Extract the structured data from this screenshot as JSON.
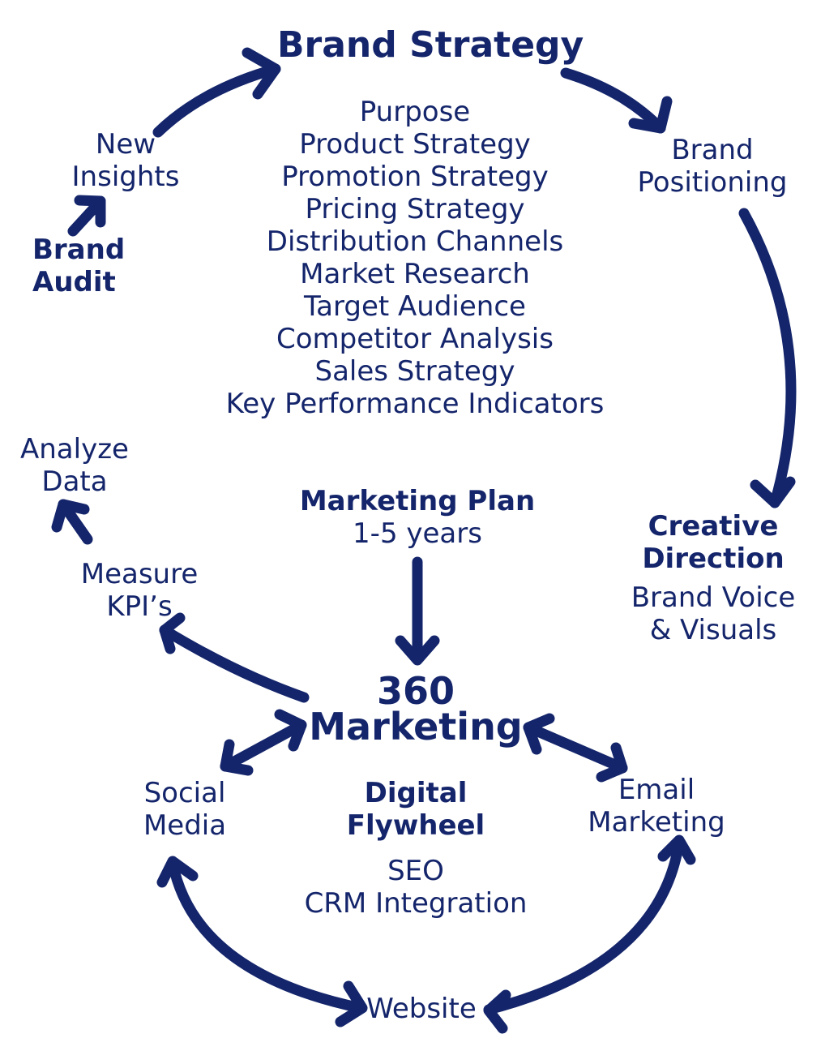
{
  "colors": {
    "primary": "#14256b",
    "background": "#ffffff"
  },
  "brand_strategy": {
    "title": "Brand Strategy",
    "items": [
      "Purpose",
      "Product Strategy",
      "Promotion Strategy",
      "Pricing Strategy",
      "Distribution Channels",
      "Market Research",
      "Target Audience",
      "Competitor Analysis",
      "Sales Strategy",
      "Key Performance Indicators"
    ]
  },
  "brand_positioning": {
    "line1": "Brand",
    "line2": "Positioning"
  },
  "new_insights": {
    "line1": "New",
    "line2": "Insights"
  },
  "brand_audit": {
    "line1": "Brand",
    "line2": "Audit"
  },
  "analyze_data": {
    "line1": "Analyze",
    "line2": "Data"
  },
  "measure_kpis": {
    "line1": "Measure",
    "line2": "KPI’s"
  },
  "marketing_plan": {
    "title": "Marketing Plan",
    "subtitle": "1-5 years"
  },
  "creative_direction": {
    "line1": "Creative",
    "line2": "Direction",
    "sub1": "Brand Voice",
    "sub2": "& Visuals"
  },
  "marketing_360": {
    "line1": "360",
    "line2": "Marketing"
  },
  "social_media": {
    "line1": "Social",
    "line2": "Media"
  },
  "email_marketing": {
    "line1": "Email",
    "line2": "Marketing"
  },
  "digital_flywheel": {
    "line1": "Digital",
    "line2": "Flywheel",
    "item1": "SEO",
    "item2": "CRM Integration"
  },
  "website": {
    "label": "Website"
  }
}
